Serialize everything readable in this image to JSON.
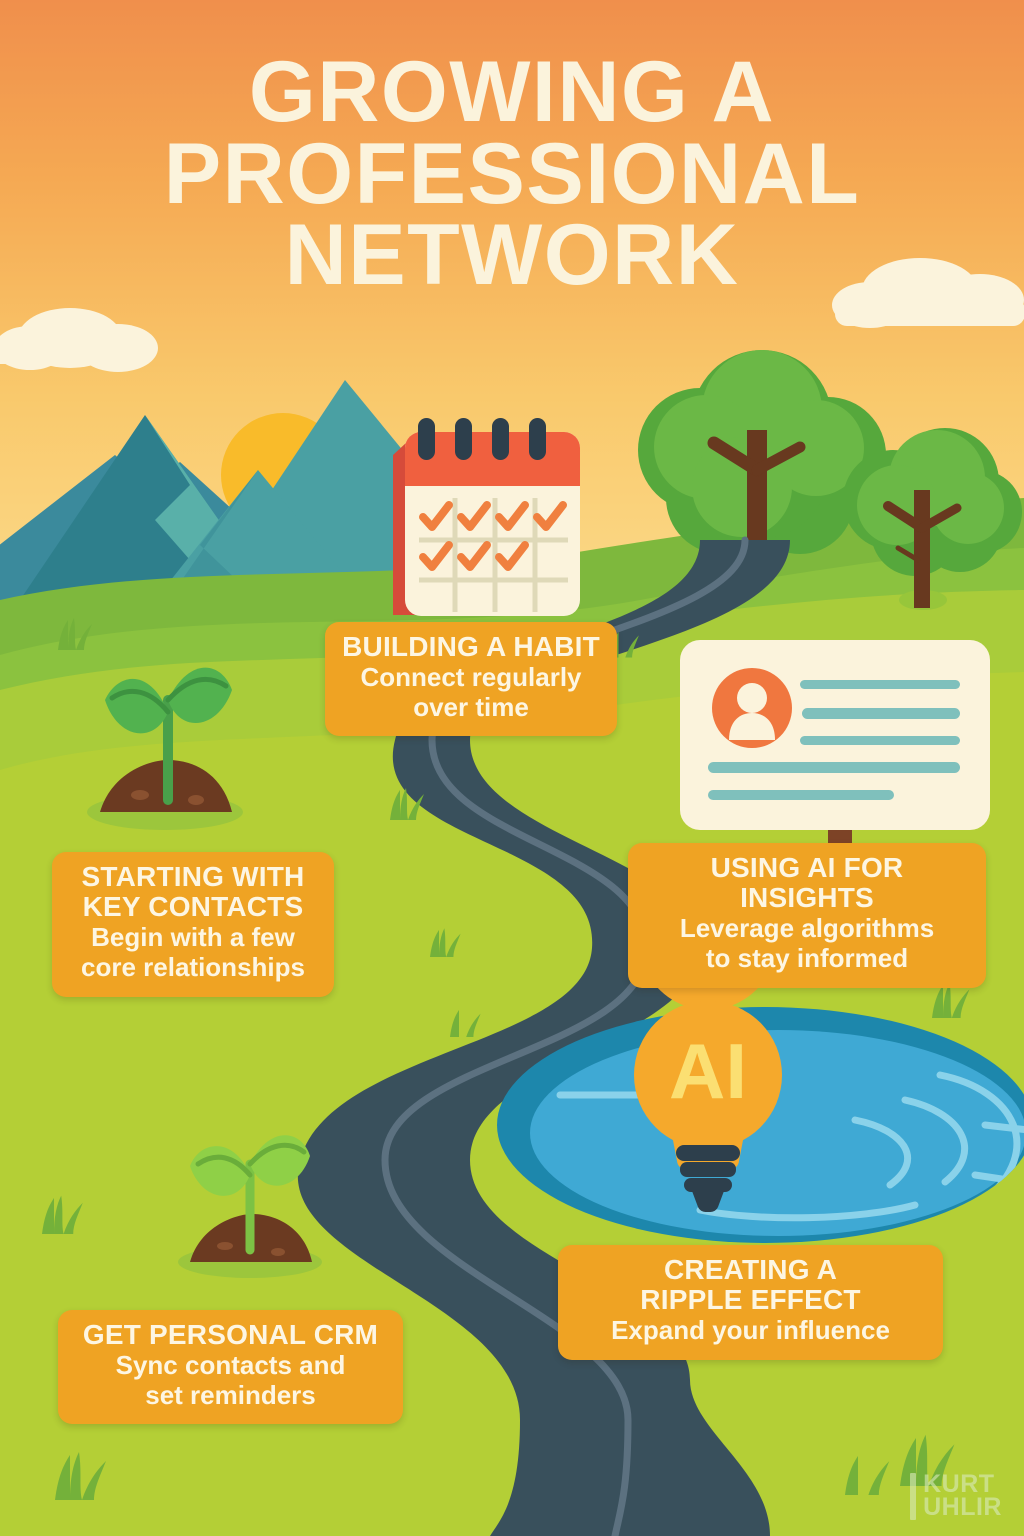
{
  "poster": {
    "title_lines": [
      "GROWING A",
      "PROFESSIONAL",
      "NETWORK"
    ],
    "title_text": "GROWING A PROFESSIONAL NETWORK"
  },
  "cards": [
    {
      "id": "habit",
      "title": "BUILDING A HABIT",
      "subtitle": "Connect regularly\nover time",
      "icon": "calendar-icon"
    },
    {
      "id": "start",
      "title": "STARTING WITH\nKEY CONTACTS",
      "subtitle": "Begin with a few\ncore relationships",
      "icon": "sprout-icon"
    },
    {
      "id": "ai",
      "title": "USING AI FOR INSIGHTS",
      "subtitle": "Leverage algorithms\nto stay informed",
      "icon": "contact-card-icon"
    },
    {
      "id": "ripple",
      "title": "CREATING A\nRIPPLE EFFECT",
      "subtitle": "Expand your influence",
      "icon": "lightbulb-icon"
    },
    {
      "id": "crm",
      "title": "GET PERSONAL CRM",
      "subtitle": "Sync contacts and\nset reminders",
      "icon": "sprout-icon"
    }
  ],
  "illustration": {
    "lightbulb_label": "AI",
    "scene_items": [
      "sun",
      "mountains",
      "clouds",
      "trees",
      "winding-path",
      "pond-with-ripples",
      "calendar",
      "contact-card",
      "lightbulb",
      "seedlings",
      "grass-tufts"
    ]
  },
  "watermark": {
    "line1": "KURT",
    "line2": "UHLIR"
  },
  "colors": {
    "sky_top": "#f29a52",
    "sky_bottom": "#fbd884",
    "grass_light": "#b4cf36",
    "grass_mid": "#8cbf3f",
    "grass_dark": "#5aa344",
    "path": "#39505c",
    "card_orange": "#efa323",
    "cream": "#fdf6e3",
    "accent_orange": "#f0773f",
    "pond_blue": "#3fa9d4",
    "pond_rim": "#1d87ac",
    "mountain_dark": "#2e7f8c",
    "mountain_light": "#5fb3ab",
    "sun": "#f9bb2a",
    "bulb": "#f5a92c",
    "bulb_base": "#2d3f4c",
    "soil": "#6b3a21",
    "trunk": "#6b3a22"
  }
}
